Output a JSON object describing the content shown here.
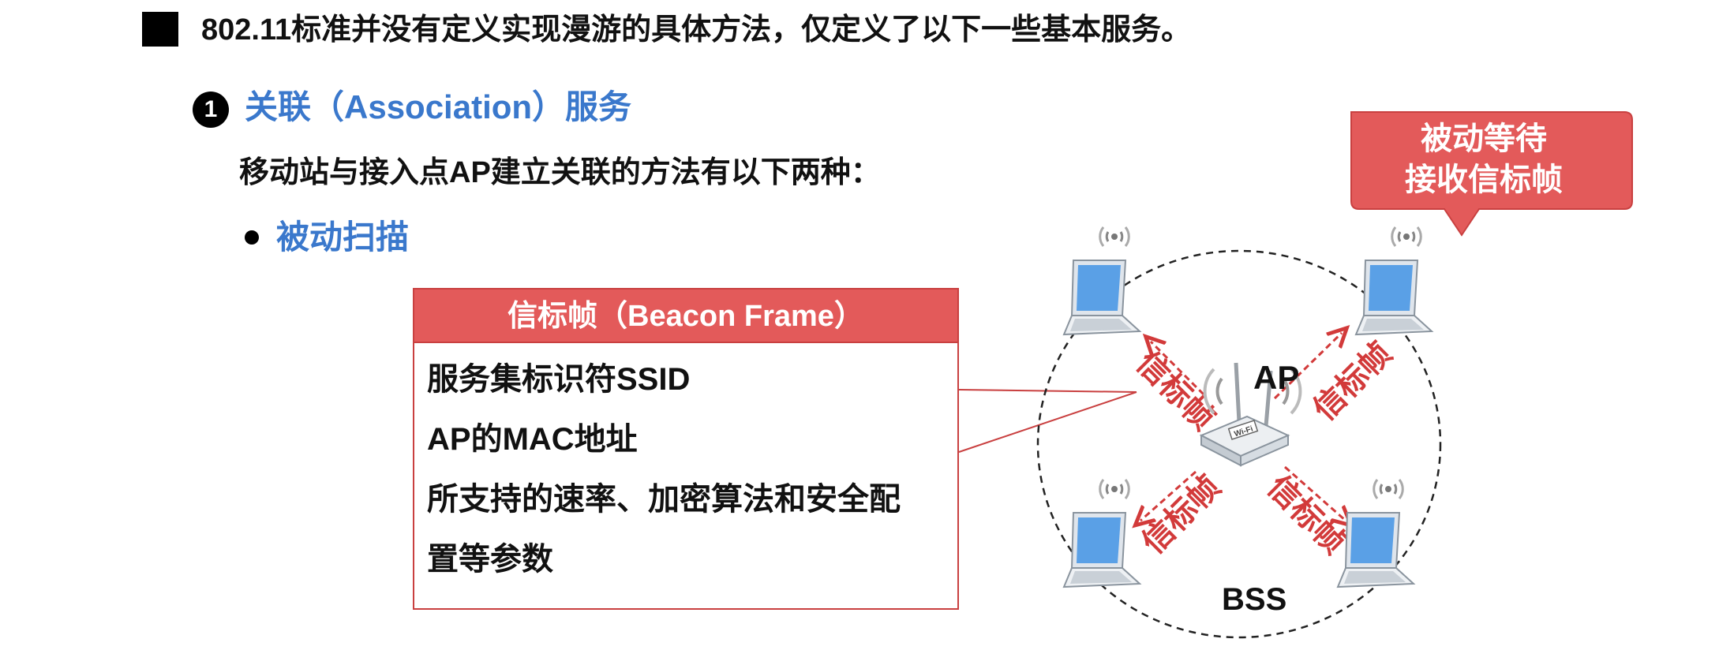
{
  "heading": "802.11标准并没有定义实现漫游的具体方法，仅定义了以下一些基本服务。",
  "section": {
    "number": "1",
    "title": "关联（Association）服务",
    "intro": "移动站与接入点AP建立关联的方法有以下两种：",
    "method": "被动扫描"
  },
  "beacon": {
    "header": "信标帧（Beacon Frame）",
    "items": [
      "服务集标识符SSID",
      "AP的MAC地址",
      "所支持的速率、加密算法和安全配",
      "置等参数"
    ]
  },
  "diagram": {
    "callout_line1": "被动等待",
    "callout_line2": "接收信标帧",
    "ap_label": "AP",
    "bss_label": "BSS",
    "beacon_label": "信标帧",
    "wifi_badge": "Wi-Fi"
  },
  "colors": {
    "accent_blue": "#3a78cc",
    "accent_red": "#e35a5a",
    "border_red": "#c94040",
    "laptop_screen": "#5aa0e6"
  }
}
